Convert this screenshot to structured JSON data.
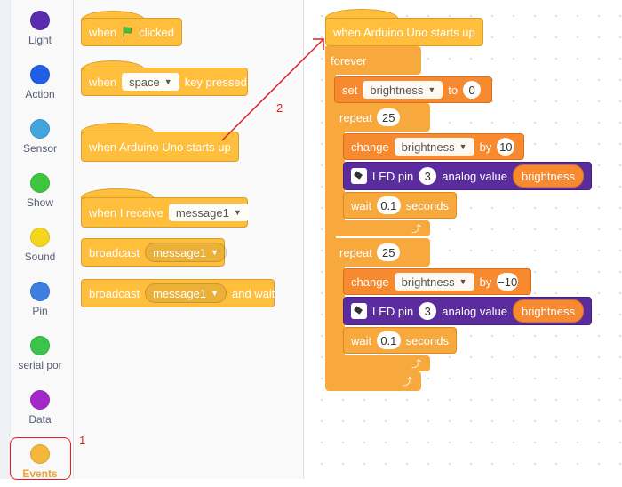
{
  "sidebar": {
    "categories": [
      {
        "label": "Light",
        "color": "#5b2bb0"
      },
      {
        "label": "Action",
        "color": "#1f5fe6"
      },
      {
        "label": "Sensor",
        "color": "#42a5e0"
      },
      {
        "label": "Show",
        "color": "#3ec63e"
      },
      {
        "label": "Sound",
        "color": "#f5d51e"
      },
      {
        "label": "Pin",
        "color": "#3d7ee0"
      },
      {
        "label": "serial por",
        "color": "#3cc34a"
      },
      {
        "label": "Data",
        "color": "#a328c9"
      },
      {
        "label": "Events",
        "color": "#f5b73a"
      }
    ]
  },
  "palette": {
    "flag_block": {
      "when": "when",
      "clicked": "clicked"
    },
    "key_block": {
      "when": "when",
      "key": "space",
      "pressed": "key pressed"
    },
    "start_block": {
      "label": "when Arduino Uno starts up"
    },
    "receive_block": {
      "label": "when I receive",
      "message": "message1"
    },
    "broadcast_block": {
      "label": "broadcast",
      "message": "message1"
    },
    "broadcast_wait_block": {
      "label": "broadcast",
      "message": "message1",
      "suffix": "and wait"
    }
  },
  "script": {
    "hat": "when Arduino Uno starts up",
    "forever": "forever",
    "set": {
      "label": "set",
      "var": "brightness",
      "to": "to",
      "value": "0"
    },
    "repeat1": {
      "label": "repeat",
      "count": "25",
      "change": {
        "label": "change",
        "var": "brightness",
        "by": "by",
        "value": "10"
      },
      "led": {
        "label": "LED pin",
        "pin": "3",
        "analog": "analog value",
        "reporter": "brightness"
      },
      "wait": {
        "label": "wait",
        "value": "0.1",
        "seconds": "seconds"
      }
    },
    "repeat2": {
      "label": "repeat",
      "count": "25",
      "change": {
        "label": "change",
        "var": "brightness",
        "by": "by",
        "value": "−10"
      },
      "led": {
        "label": "LED pin",
        "pin": "3",
        "analog": "analog value",
        "reporter": "brightness"
      },
      "wait": {
        "label": "wait",
        "value": "0.1",
        "seconds": "seconds"
      }
    }
  },
  "annotations": {
    "one": "1",
    "two": "2"
  },
  "colors": {
    "events": "#ffbf3d",
    "control": "#f8a93e",
    "variable": "#f7892f",
    "pin": "#5b2c9e",
    "annotation": "#e02020"
  }
}
